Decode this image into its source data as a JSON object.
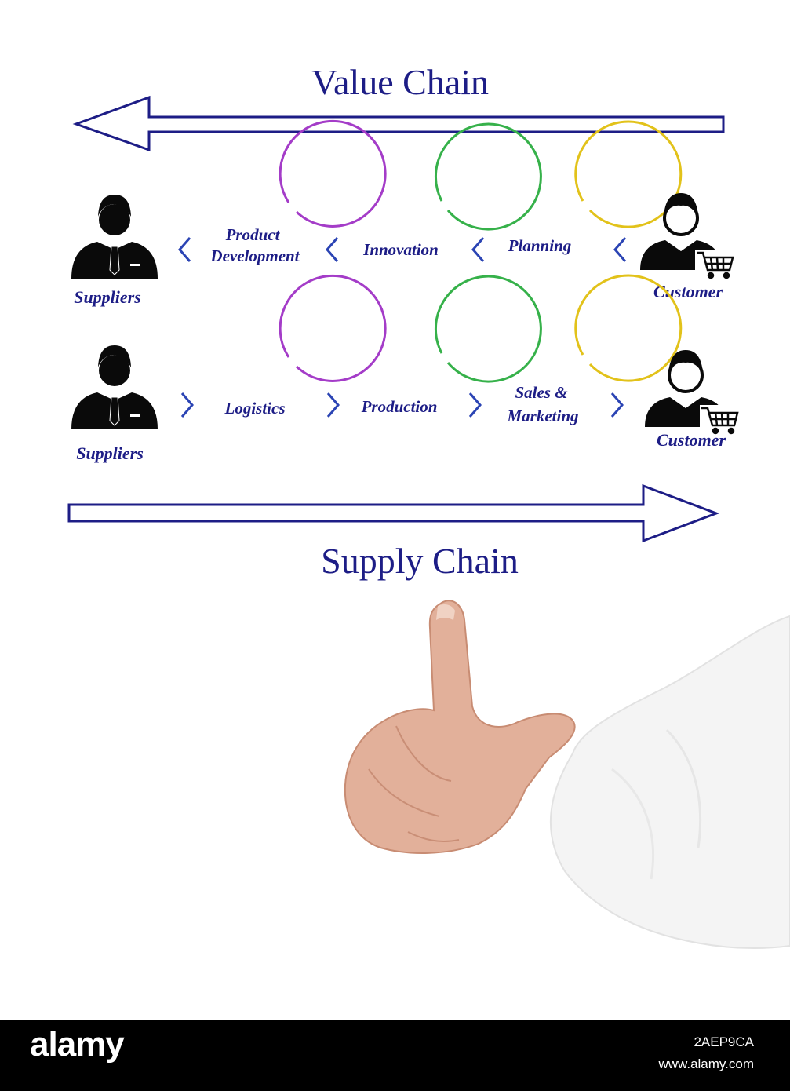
{
  "diagram": {
    "title_top": "Value Chain",
    "title_bottom": "Supply Chain",
    "value_row": {
      "left_actor": "Suppliers",
      "right_actor": "Customer",
      "steps": [
        {
          "line1": "Product",
          "line2": "Development",
          "color": "#a43cc8"
        },
        {
          "line1": "Innovation",
          "line2": "",
          "color": "#36b14a"
        },
        {
          "line1": "Planning",
          "line2": "",
          "color": "#e2c21a"
        }
      ]
    },
    "supply_row": {
      "left_actor": "Suppliers",
      "right_actor": "Customer",
      "steps": [
        {
          "line1": "Logistics",
          "line2": "",
          "color": "#a43cc8"
        },
        {
          "line1": "Production",
          "line2": "",
          "color": "#36b14a"
        },
        {
          "line1": "Sales &",
          "line2": "Marketing",
          "color": "#e2c21a"
        }
      ]
    },
    "colors": {
      "text": "#1d1d86",
      "arrow": "#1d1d86",
      "chevron": "#2b44b4",
      "icon": "#0a0a0a"
    }
  },
  "watermark": {
    "brand": "alamy",
    "image_id": "2AEP9CA",
    "url": "www.alamy.com"
  }
}
